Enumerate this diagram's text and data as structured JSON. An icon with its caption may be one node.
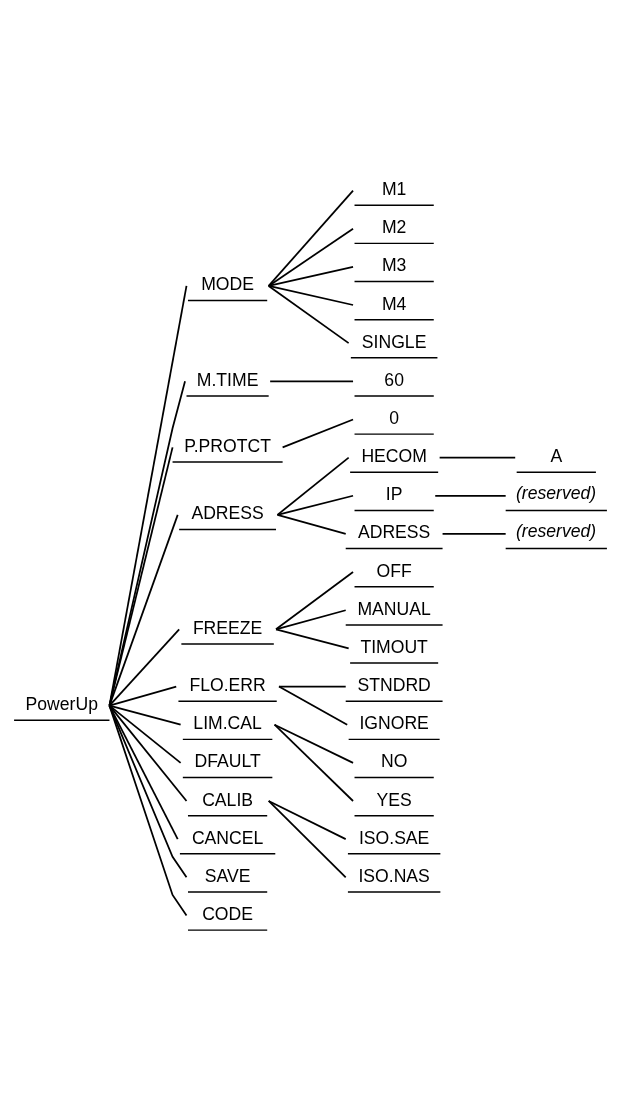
{
  "diagram": {
    "nodes": [
      {
        "text": [
          "PowerUp"
        ]
      },
      {
        "text": [
          "MODE"
        ]
      },
      {
        "text": [
          "M1"
        ]
      },
      {
        "text": [
          "M2"
        ]
      },
      {
        "text": [
          "M3"
        ]
      },
      {
        "text": [
          "M4"
        ]
      },
      {
        "text": [
          "SINGLE"
        ]
      },
      {
        "text": [
          "M.TIME"
        ]
      },
      {
        "text": [
          "60"
        ]
      },
      {
        "text": [
          "P.PROTCT"
        ]
      },
      {
        "text": [
          "0"
        ]
      },
      {
        "text": [
          "ADRESS"
        ]
      },
      {
        "text": [
          "HECOM"
        ]
      },
      {
        "text": [
          "A"
        ]
      },
      {
        "text": [
          "IP"
        ]
      },
      {
        "text": [
          "(reserved)"
        ]
      },
      {
        "text": [
          "ADRESS"
        ]
      },
      {
        "text": [
          "(reserved)"
        ]
      },
      {
        "text": [
          "FREEZE"
        ]
      },
      {
        "text": [
          "OFF"
        ]
      },
      {
        "text": [
          "MANUAL"
        ]
      },
      {
        "text": [
          "TIMOUT"
        ]
      },
      {
        "text": [
          "FLO.ERR"
        ]
      },
      {
        "text": [
          "STNDRD"
        ]
      },
      {
        "text": [
          "IGNORE"
        ]
      },
      {
        "text": [
          "LIM.CAL"
        ]
      },
      {
        "text": [
          "NO"
        ]
      },
      {
        "text": [
          "YES"
        ]
      },
      {
        "text": [
          "DFAULT"
        ]
      },
      {
        "text": [
          "CALIB"
        ]
      },
      {
        "text": [
          "ISO.SAE"
        ]
      },
      {
        "text": [
          "ISO.NAS"
        ]
      },
      {
        "text": [
          "CANCEL"
        ]
      },
      {
        "text": [
          "SAVE"
        ]
      },
      {
        "text": [
          "CODE"
        ]
      }
    ],
    "edges": [
      {
        "from": 0,
        "to": 1,
        "arrow": "none"
      },
      {
        "from": 1,
        "to": 2,
        "arrow": "none"
      },
      {
        "from": 1,
        "to": 3,
        "arrow": "none"
      },
      {
        "from": 1,
        "to": 4,
        "arrow": "none"
      },
      {
        "from": 1,
        "to": 5,
        "arrow": "none"
      },
      {
        "from": 1,
        "to": 6,
        "arrow": "none"
      },
      {
        "from": 0,
        "to": 7,
        "arrow": "none"
      },
      {
        "from": 7,
        "to": 8,
        "arrow": "none"
      },
      {
        "from": 0,
        "to": 9,
        "arrow": "none"
      },
      {
        "from": 9,
        "to": 10,
        "arrow": "none"
      },
      {
        "from": 0,
        "to": 11,
        "arrow": "none"
      },
      {
        "from": 11,
        "to": 12,
        "arrow": "none"
      },
      {
        "from": 12,
        "to": 13,
        "arrow": "none"
      },
      {
        "from": 11,
        "to": 14,
        "arrow": "none"
      },
      {
        "from": 14,
        "to": 15,
        "arrow": "none"
      },
      {
        "from": 11,
        "to": 16,
        "arrow": "none"
      },
      {
        "from": 16,
        "to": 17,
        "arrow": "none"
      },
      {
        "from": 0,
        "to": 18,
        "arrow": "none"
      },
      {
        "from": 18,
        "to": 19,
        "arrow": "none"
      },
      {
        "from": 18,
        "to": 20,
        "arrow": "none"
      },
      {
        "from": 18,
        "to": 21,
        "arrow": "none"
      },
      {
        "from": 0,
        "to": 22,
        "arrow": "none"
      },
      {
        "from": 22,
        "to": 23,
        "arrow": "none"
      },
      {
        "from": 22,
        "to": 24,
        "arrow": "none"
      },
      {
        "from": 0,
        "to": 25,
        "arrow": "none"
      },
      {
        "from": 25,
        "to": 26,
        "arrow": "none"
      },
      {
        "from": 25,
        "to": 27,
        "arrow": "none"
      },
      {
        "from": 0,
        "to": 28,
        "arrow": "none"
      },
      {
        "from": 0,
        "to": 29,
        "arrow": "none"
      },
      {
        "from": 29,
        "to": 30,
        "arrow": "none"
      },
      {
        "from": 29,
        "to": 31,
        "arrow": "none"
      },
      {
        "from": 0,
        "to": 32,
        "arrow": "none"
      },
      {
        "from": 0,
        "to": 33,
        "arrow": "none"
      },
      {
        "from": 0,
        "to": 34,
        "arrow": "none"
      }
    ]
  }
}
